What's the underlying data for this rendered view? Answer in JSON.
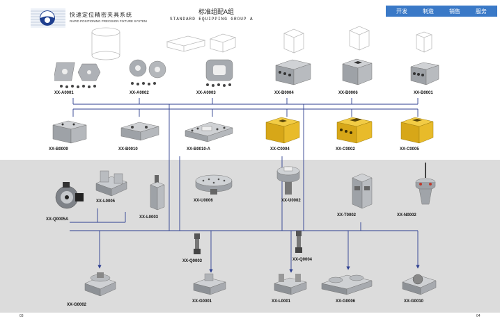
{
  "header": {
    "company_cn": "快速定位精密夹具系统",
    "company_en": "RAPID POSITIONING PRECISION FIXTURE SYSTEM",
    "title_cn": "标准组配A组",
    "title_en": "STANDARD EQUIPPING GROUP A"
  },
  "nav": [
    "开发",
    "制造",
    "销售",
    "服务"
  ],
  "colors": {
    "nav": "#3a79c7",
    "band": "#dcdcdc",
    "line": "#2c3e8f",
    "gold": "#e0b21c",
    "steel": "#a8acb2"
  },
  "row1": [
    "XX-A0001",
    "XX-A0002",
    "XX-A0003",
    "XX-B0004",
    "XX-B0006",
    "XX-B0001"
  ],
  "row2": [
    "XX-B0009",
    "XX-B0010",
    "XX-B0010-A",
    "XX-C0004",
    "XX-C0002",
    "XX-C0005"
  ],
  "row3": [
    "XX-Q0005A",
    "XX-L0005",
    "XX-L0003",
    "XX-U0006",
    "XX-U0002",
    "XX-T0002",
    "XX-N0002"
  ],
  "row4": [
    "XX-Q0003",
    "XX-Q0004"
  ],
  "row5": [
    "XX-G0002",
    "XX-G0001",
    "XX-L0001",
    "XX-G0006",
    "XX-G0010"
  ],
  "pages": {
    "left": "03",
    "right": "04"
  }
}
